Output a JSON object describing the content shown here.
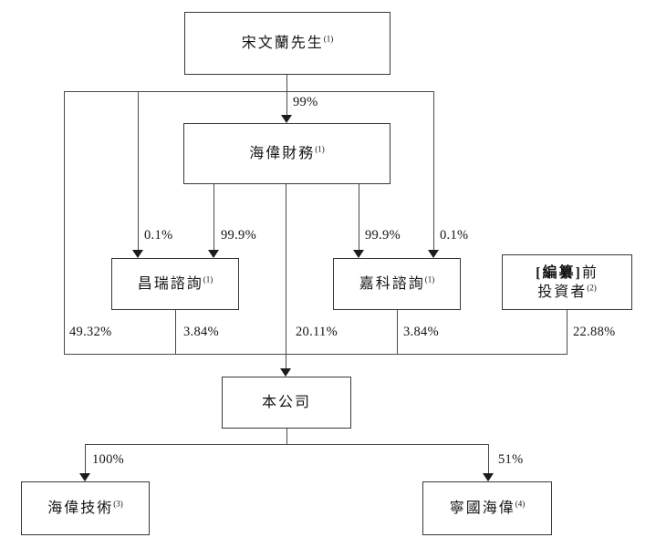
{
  "nodes": {
    "song": {
      "label": "宋文蘭先生",
      "footnote": "(1)"
    },
    "finance": {
      "label": "海偉財務",
      "footnote": "(1)"
    },
    "changrui": {
      "label": "昌瑞諮詢",
      "footnote": "(1)"
    },
    "jiake": {
      "label": "嘉科諮詢",
      "footnote": "(1)"
    },
    "investors": {
      "bold": "[編纂]",
      "suffix": "前",
      "line2": "投資者",
      "footnote": "(2)"
    },
    "company": {
      "label": "本公司"
    },
    "tech": {
      "label": "海偉技術",
      "footnote": "(3)"
    },
    "ningguo": {
      "label": "寧國海偉",
      "footnote": "(4)"
    }
  },
  "edge_labels": {
    "song_finance": "99%",
    "song_changrui": "0.1%",
    "finance_changrui": "99.9%",
    "finance_jiake": "99.9%",
    "song_jiake": "0.1%",
    "song_company": "49.32%",
    "changrui_company": "3.84%",
    "finance_company": "20.11%",
    "jiake_company": "3.84%",
    "investors_company": "22.88%",
    "company_tech": "100%",
    "company_ningguo": "51%"
  },
  "colors": {
    "line": "#4a4a4a",
    "box_border": "#383838",
    "text": "#141414",
    "background": "#ffffff"
  }
}
